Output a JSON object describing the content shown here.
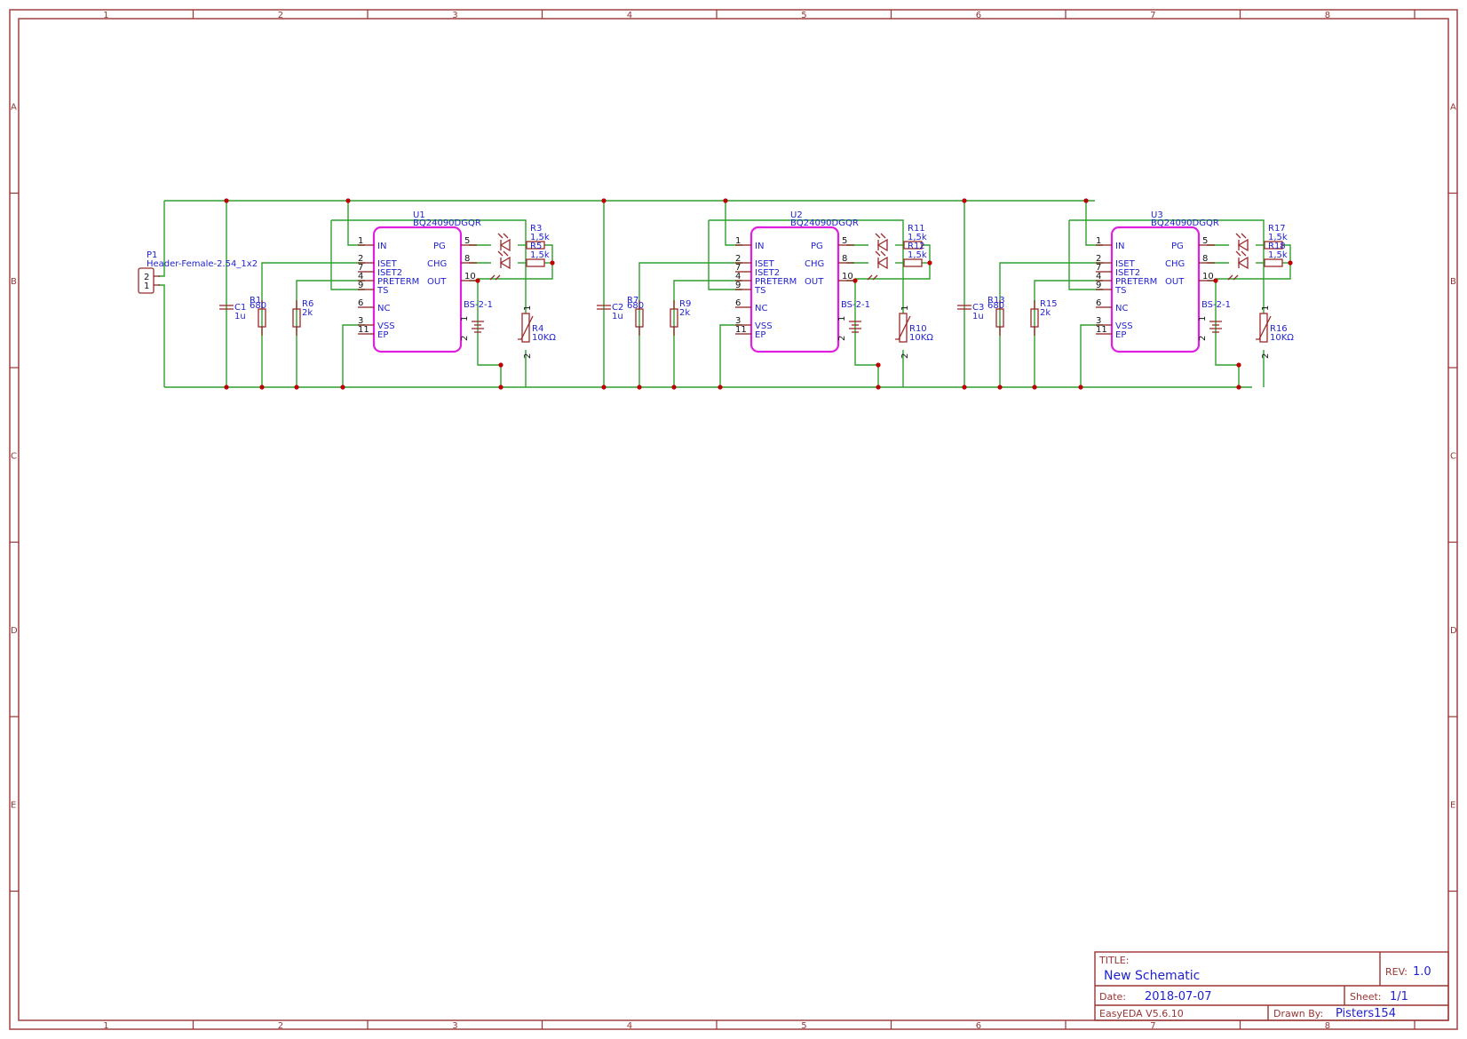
{
  "frame": {
    "columns": [
      "1",
      "2",
      "3",
      "4",
      "5",
      "6",
      "7",
      "8"
    ],
    "rows": [
      "A",
      "B",
      "C",
      "D",
      "E"
    ]
  },
  "connector": {
    "ref": "P1",
    "value": "Header-Female-2.54_1x2",
    "pins": [
      "2",
      "1"
    ]
  },
  "blocks": [
    {
      "ic": {
        "ref": "U1",
        "value": "BQ24090DGQR"
      },
      "cap": {
        "ref": "C1",
        "value": "1u"
      },
      "riset": {
        "ref": "R1",
        "value": "680"
      },
      "rpre": {
        "ref": "R6",
        "value": "2k"
      },
      "rpg": {
        "ref": "R3",
        "value": "1,5k"
      },
      "rchg": {
        "ref": "R5",
        "value": "1,5k"
      },
      "therm": {
        "ref": "R4",
        "value": "10KΩ"
      },
      "batt": {
        "ref": "BS-2-1"
      }
    },
    {
      "ic": {
        "ref": "U2",
        "value": "BQ24090DGQR"
      },
      "cap": {
        "ref": "C2",
        "value": "1u"
      },
      "riset": {
        "ref": "R7",
        "value": "680"
      },
      "rpre": {
        "ref": "R9",
        "value": "2k"
      },
      "rpg": {
        "ref": "R11",
        "value": "1,5k"
      },
      "rchg": {
        "ref": "R12",
        "value": "1,5k"
      },
      "therm": {
        "ref": "R10",
        "value": "10KΩ"
      },
      "batt": {
        "ref": "BS-2-1"
      }
    },
    {
      "ic": {
        "ref": "U3",
        "value": "BQ24090DGQR"
      },
      "cap": {
        "ref": "C3",
        "value": "1u"
      },
      "riset": {
        "ref": "R13",
        "value": "680"
      },
      "rpre": {
        "ref": "R15",
        "value": "2k"
      },
      "rpg": {
        "ref": "R17",
        "value": "1,5k"
      },
      "rchg": {
        "ref": "R18",
        "value": "1,5k"
      },
      "therm": {
        "ref": "R16",
        "value": "10KΩ"
      },
      "batt": {
        "ref": "BS-2-1"
      }
    }
  ],
  "ic_pins": {
    "left": [
      {
        "num": "1",
        "name": "IN"
      },
      {
        "num": "2",
        "name": "ISET"
      },
      {
        "num": "7",
        "name": "ISET2"
      },
      {
        "num": "4",
        "name": "PRETERM"
      },
      {
        "num": "9",
        "name": "TS"
      },
      {
        "num": "6",
        "name": "NC"
      },
      {
        "num": "3",
        "name": "VSS"
      },
      {
        "num": "11",
        "name": "EP"
      }
    ],
    "right": [
      {
        "num": "5",
        "name": "PG"
      },
      {
        "num": "8",
        "name": "CHG"
      },
      {
        "num": "10",
        "name": "OUT"
      }
    ]
  },
  "part_pins": {
    "one": "1",
    "two": "2"
  },
  "title_block": {
    "title_label": "TITLE:",
    "title": "New Schematic",
    "rev_label": "REV:",
    "rev": "1.0",
    "date_label": "Date:",
    "date": "2018-07-07",
    "sheet_label": "Sheet:",
    "sheet": "1/1",
    "tool": "EasyEDA V5.6.10",
    "drawn_label": "Drawn By:",
    "drawn": "Pisters154"
  },
  "colors": {
    "frame": "#9a3333",
    "wire": "#2ea02e",
    "ic_outline": "#e020e0",
    "text": "#1f1fd0",
    "junction": "#c00000"
  }
}
